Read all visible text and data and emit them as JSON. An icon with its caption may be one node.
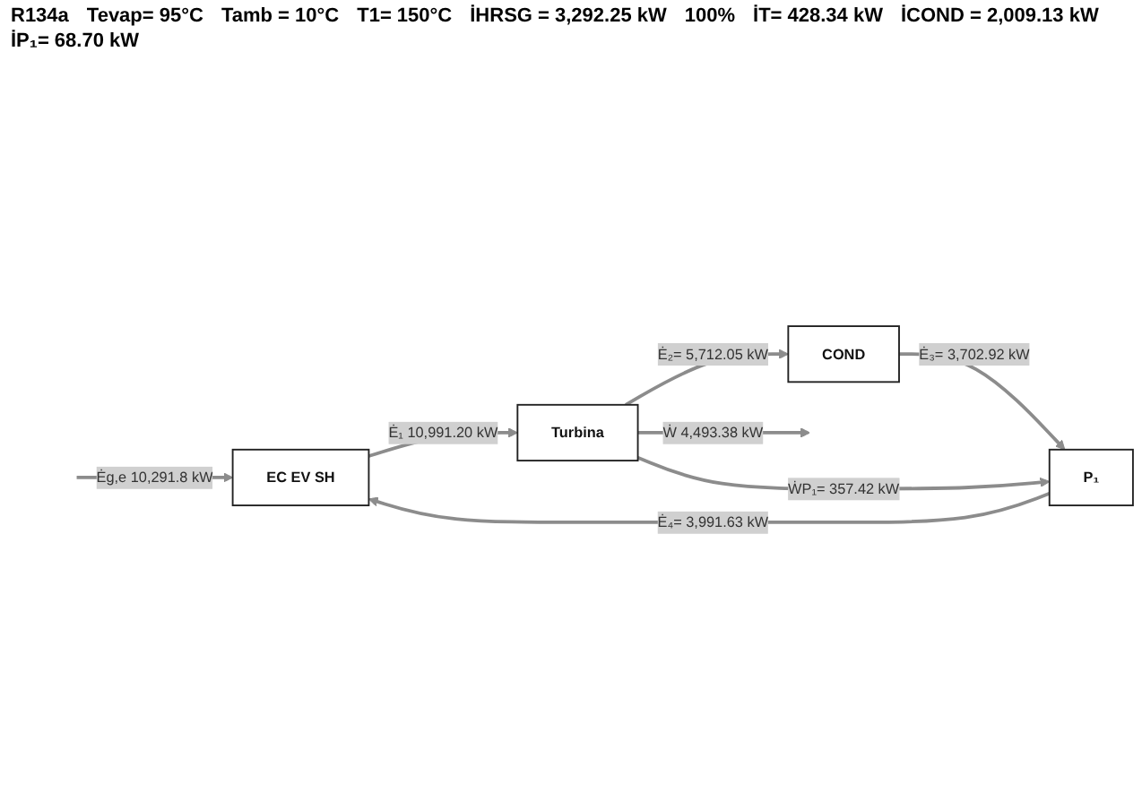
{
  "diagram": {
    "nodes": [
      {
        "text": [
          "EC EV SH"
        ]
      },
      {
        "text": [
          "Turbina"
        ]
      },
      {
        "text": [
          "COND"
        ]
      },
      {
        "text": [
          "P₁"
        ]
      }
    ],
    "edges": [
      {
        "from": null,
        "to": 0,
        "arrow": "to",
        "label": "Ėg,e 10,291.8 kW"
      },
      {
        "from": 0,
        "to": 1,
        "arrow": "to",
        "label": "Ė₁ 10,991.20 kW"
      },
      {
        "from": 1,
        "to": 2,
        "arrow": "to",
        "label": "Ė₂= 5,712.05 kW"
      },
      {
        "from": 1,
        "to": null,
        "arrow": "to",
        "label": "Ẇ 4,493.38 kW"
      },
      {
        "from": 2,
        "to": 3,
        "arrow": "to",
        "label": "Ė₃= 3,702.92 kW"
      },
      {
        "from": 3,
        "to": 0,
        "arrow": "to",
        "label": "Ė₄= 3,991.63 kW"
      },
      {
        "from": 1,
        "to": 3,
        "arrow": "to",
        "label": "ẆP₁= 357.42 kW"
      }
    ],
    "labels": [
      "R134a",
      "Tevap= 95°C",
      "Tamb = 10°C",
      "T1= 150°C",
      "İHRSG = 3,292.25 kW",
      "100%",
      "İT= 428.34 kW",
      "İCOND = 2,009.13 kW",
      "İP₁= 68.70 kW"
    ]
  }
}
